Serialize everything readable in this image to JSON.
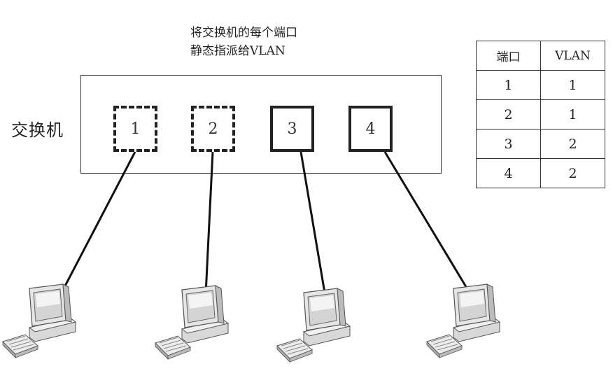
{
  "caption": {
    "line1": "将交换机的每个端口",
    "line2": "静态指派给VLAN"
  },
  "switch": {
    "label": "交换机",
    "ports": [
      {
        "id": "1",
        "vlan": "1",
        "style": "dashed"
      },
      {
        "id": "2",
        "vlan": "1",
        "style": "dashed"
      },
      {
        "id": "3",
        "vlan": "2",
        "style": "solid"
      },
      {
        "id": "4",
        "vlan": "2",
        "style": "solid"
      }
    ]
  },
  "table": {
    "headers": [
      "端口",
      "VLAN"
    ],
    "rows": [
      [
        "1",
        "1"
      ],
      [
        "2",
        "1"
      ],
      [
        "3",
        "2"
      ],
      [
        "4",
        "2"
      ]
    ]
  },
  "computers": [
    {
      "icon": "computer-icon"
    },
    {
      "icon": "computer-icon"
    },
    {
      "icon": "computer-icon"
    },
    {
      "icon": "computer-icon"
    }
  ]
}
